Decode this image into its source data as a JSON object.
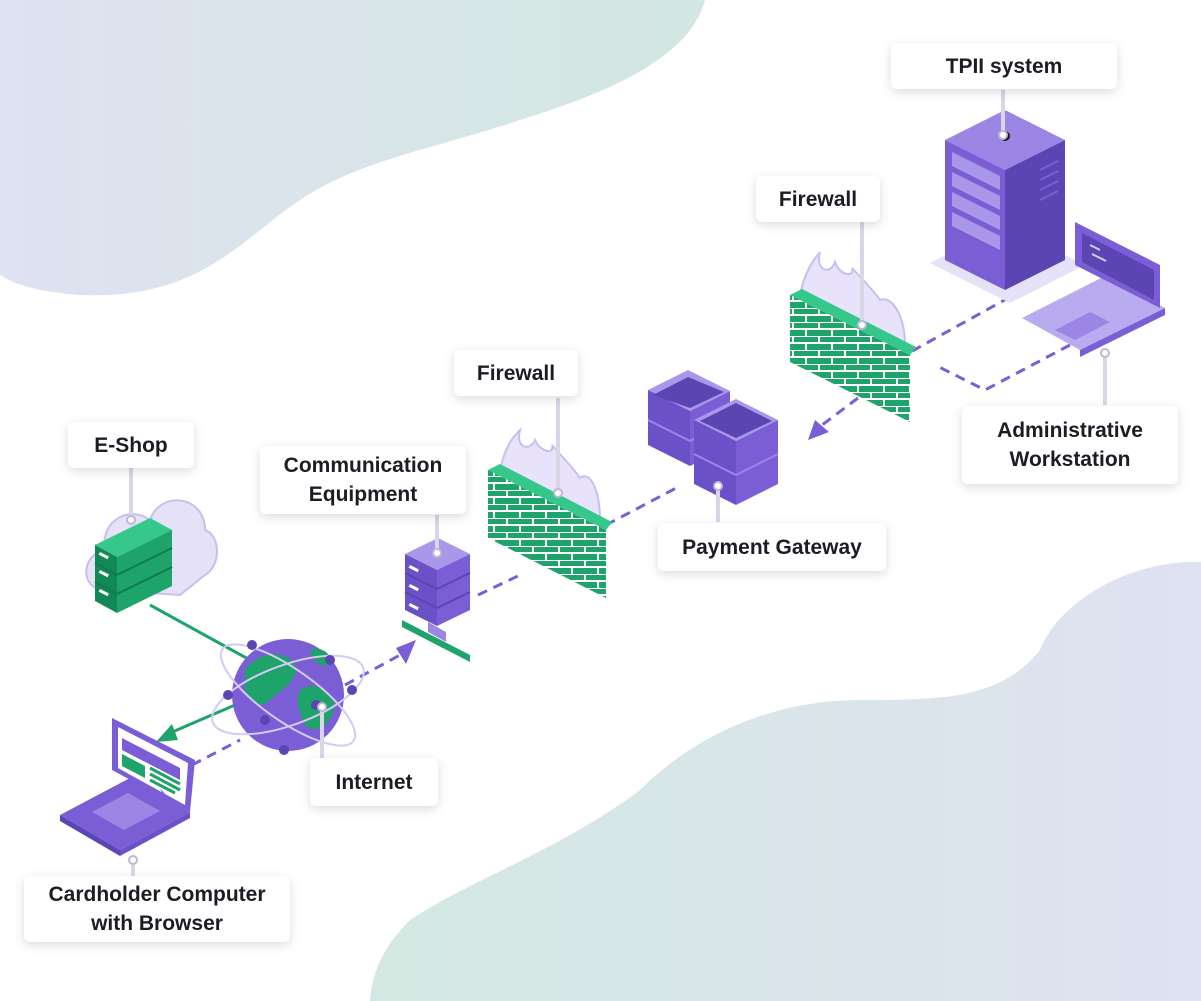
{
  "colors": {
    "purple": "#7b5ed6",
    "purple_light": "#b9abef",
    "purple_dark": "#5b45b2",
    "green": "#1ea36a",
    "green_dark": "#0f7c4c",
    "background_blob_teal": "#d5e8e3",
    "background_blob_lavender": "#dfe2f1"
  },
  "nodes": {
    "tpii_system": {
      "label": "TPII system"
    },
    "firewall_right": {
      "label": "Firewall"
    },
    "firewall_left": {
      "label": "Firewall"
    },
    "e_shop": {
      "label": "E-Shop"
    },
    "communication_equipment": {
      "line1": "Communication",
      "line2": "Equipment"
    },
    "administrative_workstation": {
      "line1": "Administrative",
      "line2": "Workstation"
    },
    "payment_gateway": {
      "label": "Payment Gateway"
    },
    "internet": {
      "label": "Internet"
    },
    "cardholder_computer": {
      "line1": "Cardholder Computer",
      "line2": "with Browser"
    }
  },
  "connections": [
    {
      "from": "e_shop",
      "to": "internet",
      "style": "solid",
      "color": "green"
    },
    {
      "from": "internet",
      "to": "cardholder_computer",
      "style": "solid-arrow",
      "color": "green"
    },
    {
      "from": "cardholder_computer",
      "to": "internet",
      "style": "dashed",
      "color": "purple"
    },
    {
      "from": "internet",
      "to": "communication_equipment",
      "style": "dashed-arrow",
      "color": "purple"
    },
    {
      "from": "communication_equipment",
      "to": "firewall_left",
      "style": "dashed",
      "color": "purple"
    },
    {
      "from": "firewall_left",
      "to": "payment_gateway",
      "style": "dashed",
      "color": "purple"
    },
    {
      "from": "firewall_right",
      "to": "payment_gateway",
      "style": "dashed-arrow",
      "color": "purple"
    },
    {
      "from": "tpii_system",
      "to": "firewall_right",
      "style": "dashed",
      "color": "purple"
    },
    {
      "from": "administrative_workstation",
      "to": "firewall_right",
      "style": "dashed",
      "color": "purple"
    }
  ]
}
